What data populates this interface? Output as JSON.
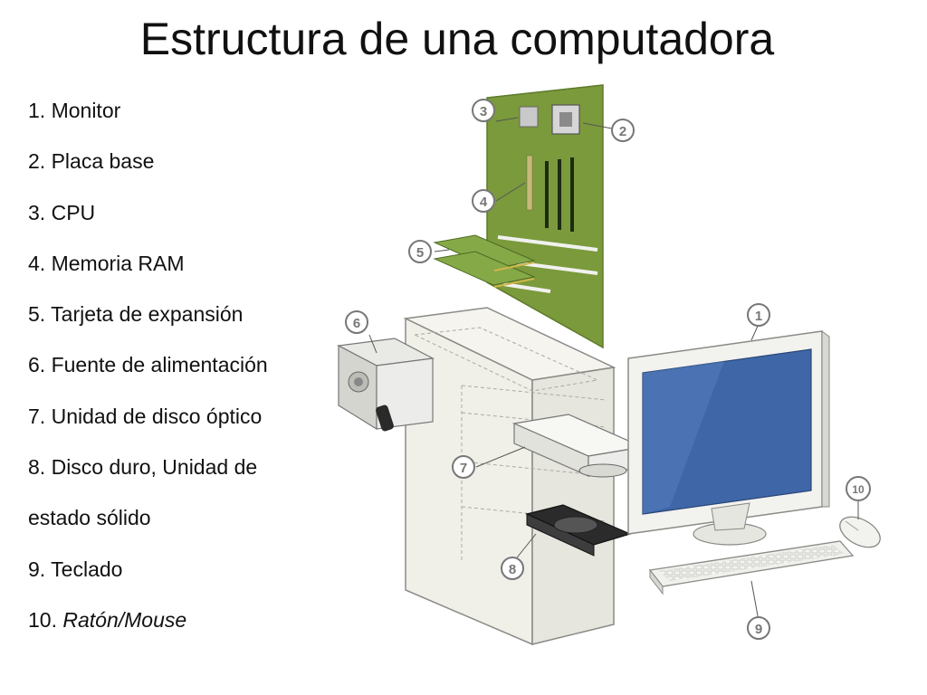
{
  "title": "Estructura de una computadora",
  "parts": [
    {
      "num": "1.",
      "label": "Monitor"
    },
    {
      "num": "2.",
      "label": "Placa base"
    },
    {
      "num": "3.",
      "label": "CPU"
    },
    {
      "num": "4.",
      "label": "Memoria RAM"
    },
    {
      "num": "5.",
      "label": "Tarjeta de expansión"
    },
    {
      "num": "6.",
      "label": "Fuente de alimentación"
    },
    {
      "num": "7.",
      "label": "Unidad de disco óptico"
    },
    {
      "num": "8.",
      "label": "Disco duro, Unidad de"
    },
    {
      "num": "",
      "label": "estado sólido"
    },
    {
      "num": "9.",
      "label": "Teclado"
    },
    {
      "num": "10.",
      "label": "Ratón/Mouse"
    }
  ],
  "callouts": [
    "1",
    "2",
    "3",
    "4",
    "5",
    "6",
    "7",
    "8",
    "9",
    "10"
  ],
  "colors": {
    "motherboard": "#7a9a3c",
    "screen": "#3f67a8",
    "case": "#f0efe8",
    "outline": "#8a8a86"
  }
}
